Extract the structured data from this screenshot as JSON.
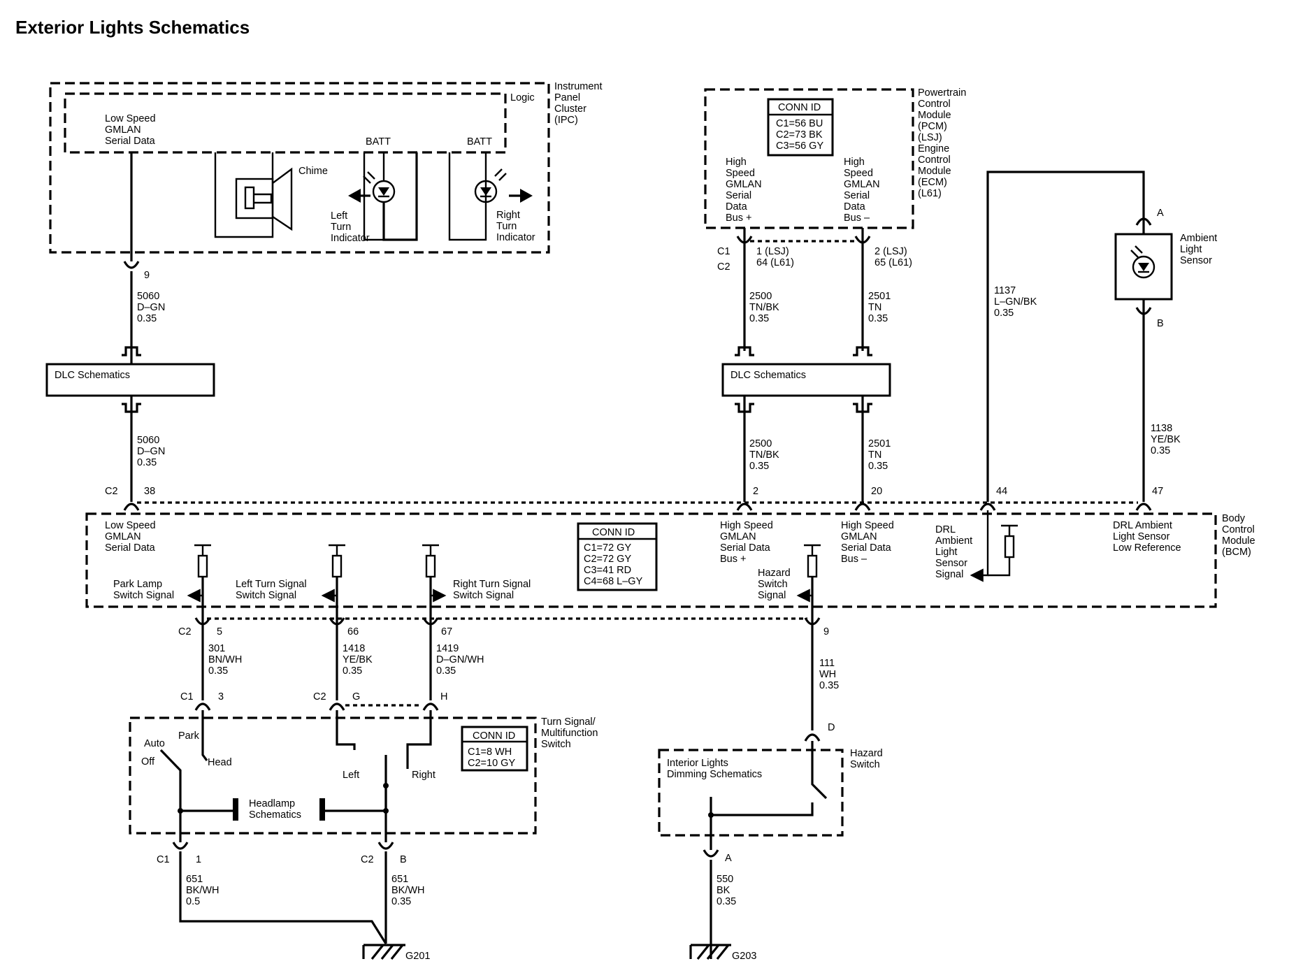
{
  "title": "Exterior Lights Schematics",
  "ipc": {
    "name": "Instrument\nPanel\nCluster\n(IPC)",
    "logic": "Logic",
    "low_speed": "Low Speed\nGMLAN\nSerial Data",
    "batt_left": "BATT",
    "batt_right": "BATT",
    "chime": "Chime",
    "left_turn": "Left\nTurn\nIndicator",
    "right_turn": "Right\nTurn\nIndicator"
  },
  "pcm": {
    "name": "Powertrain\nControl\nModule\n(PCM)\n(LSJ)\nEngine\nControl\nModule\n(ECM)\n(L61)",
    "conn_id_title": "CONN ID",
    "conn_id_lines": "C1=56 BU\nC2=73 BK\nC3=56 GY",
    "hs_plus": "High\nSpeed\nGMLAN\nSerial\nData\nBus +",
    "hs_minus": "High\nSpeed\nGMLAN\nSerial\nData\nBus –",
    "c1": "C1",
    "c2": "C2",
    "pin_left": "1 (LSJ)\n64 (L61)",
    "pin_right": "2 (LSJ)\n65 (L61)"
  },
  "sensor": {
    "name": "Ambient\nLight\nSensor",
    "pin_a": "A",
    "pin_b": "B"
  },
  "dlc": {
    "left": "DLC Schematics",
    "right": "DLC Schematics"
  },
  "wires": {
    "w5060_top": "5060\nD–GN\n0.35",
    "w5060_bot": "5060\nD–GN\n0.35",
    "w2500_top": "2500\nTN/BK\n0.35",
    "w2500_bot": "2500\nTN/BK\n0.35",
    "w2501_top": "2501\nTN\n0.35",
    "w2501_bot": "2501\nTN\n0.35",
    "w1137": "1137\nL–GN/BK\n0.35",
    "w1138": "1138\nYE/BK\n0.35",
    "w301": "301\nBN/WH\n0.35",
    "w1418": "1418\nYE/BK\n0.35",
    "w1419": "1419\nD–GN/WH\n0.35",
    "w111": "111\nWH\n0.35",
    "w651_left": "651\nBK/WH\n0.5",
    "w651_right": "651\nBK/WH\n0.35",
    "w550": "550\nBK\n0.35"
  },
  "pins": {
    "ipc_9": "9",
    "bcm_c2": "C2",
    "bcm_38": "38",
    "bcm_2": "2",
    "bcm_20": "20",
    "bcm_44": "44",
    "bcm_47": "47",
    "low_c2": "C2",
    "low_5": "5",
    "low_66": "66",
    "low_67": "67",
    "low_9": "9",
    "ts_c1": "C1",
    "ts_3": "3",
    "ts_c2": "C2",
    "ts_g": "G",
    "ts_h": "H",
    "bot_c1": "C1",
    "bot_1": "1",
    "bot_c2": "C2",
    "bot_b": "B",
    "hz_d": "D",
    "hz_a": "A"
  },
  "bcm": {
    "name": "Body\nControl\nModule\n(BCM)",
    "low_speed": "Low Speed\nGMLAN\nSerial Data",
    "conn_id_title": "CONN ID",
    "conn_id_lines": "C1=72 GY\nC2=72 GY\nC3=41 RD\nC4=68 L–GY",
    "hs_plus": "High Speed\nGMLAN\nSerial Data\nBus +",
    "hs_minus": "High Speed\nGMLAN\nSerial Data\nBus –",
    "drl_signal": "DRL\nAmbient\nLight\nSensor\nSignal",
    "drl_ref": "DRL Ambient\nLight Sensor\nLow Reference",
    "park_lamp": "Park Lamp\nSwitch Signal",
    "left_turn": "Left Turn Signal\nSwitch Signal",
    "right_turn": "Right Turn Signal\nSwitch Signal",
    "hazard": "Hazard\nSwitch\nSignal"
  },
  "turn_switch": {
    "name": "Turn Signal/\nMultifunction\nSwitch",
    "conn_id_title": "CONN ID",
    "conn_id_lines": "C1=8 WH\nC2=10 GY",
    "auto": "Auto",
    "park": "Park",
    "off": "Off",
    "head": "Head",
    "left": "Left",
    "right": "Right",
    "headlamp": "Headlamp\nSchematics"
  },
  "hazard": {
    "name": "Hazard\nSwitch",
    "interior": "Interior Lights\nDimming Schematics"
  },
  "grounds": {
    "g201": "G201",
    "g203": "G203"
  }
}
